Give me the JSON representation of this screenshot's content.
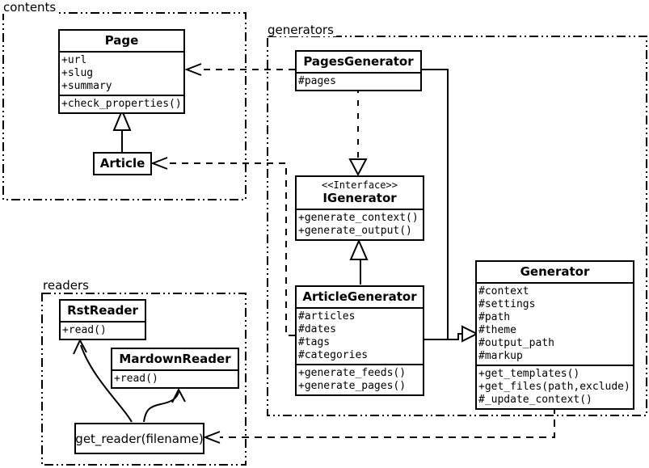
{
  "packages": {
    "contents": {
      "label": "contents"
    },
    "generators": {
      "label": "generators"
    },
    "readers": {
      "label": "readers"
    }
  },
  "classes": {
    "page": {
      "name": "Page",
      "attributes": [
        "+url",
        "+slug",
        "+summary"
      ],
      "methods": [
        "+check_properties()"
      ]
    },
    "article": {
      "name": "Article"
    },
    "pages_generator": {
      "name": "PagesGenerator",
      "attributes": [
        "#pages"
      ]
    },
    "igenerator": {
      "stereotype": "<<Interface>>",
      "name": "IGenerator",
      "methods": [
        "+generate_context()",
        "+generate_output()"
      ]
    },
    "article_generator": {
      "name": "ArticleGenerator",
      "attributes": [
        "#articles",
        "#dates",
        "#tags",
        "#categories"
      ],
      "methods": [
        "+generate_feeds()",
        "+generate_pages()"
      ]
    },
    "generator": {
      "name": "Generator",
      "attributes": [
        "#context",
        "#settings",
        "#path",
        "#theme",
        "#output_path",
        "#markup"
      ],
      "methods": [
        "+get_templates()",
        "+get_files(path,exclude)",
        "#_update_context()"
      ]
    },
    "rst_reader": {
      "name": "RstReader",
      "methods": [
        "+read()"
      ]
    },
    "markdown_reader": {
      "name": "MardownReader",
      "methods": [
        "+read()"
      ]
    },
    "get_reader": {
      "label": "get_reader(filename)"
    }
  },
  "relationships": [
    {
      "from": "Article",
      "to": "Page",
      "type": "inheritance"
    },
    {
      "from": "PagesGenerator",
      "to": "Page",
      "type": "dependency"
    },
    {
      "from": "PagesGenerator",
      "to": "IGenerator",
      "type": "realization"
    },
    {
      "from": "ArticleGenerator",
      "to": "IGenerator",
      "type": "inheritance"
    },
    {
      "from": "ArticleGenerator",
      "to": "Article",
      "type": "dependency"
    },
    {
      "from": "PagesGenerator",
      "to": "Generator",
      "type": "inheritance"
    },
    {
      "from": "ArticleGenerator",
      "to": "Generator",
      "type": "inheritance"
    },
    {
      "from": "Generator",
      "to": "get_reader(filename)",
      "type": "dependency"
    },
    {
      "from": "get_reader(filename)",
      "to": "RstReader",
      "type": "call-arrow"
    },
    {
      "from": "get_reader(filename)",
      "to": "MardownReader",
      "type": "call-arrow"
    }
  ],
  "colors": {
    "line": "#000000",
    "background": "#ffffff",
    "box_fill": "#ffffff"
  }
}
